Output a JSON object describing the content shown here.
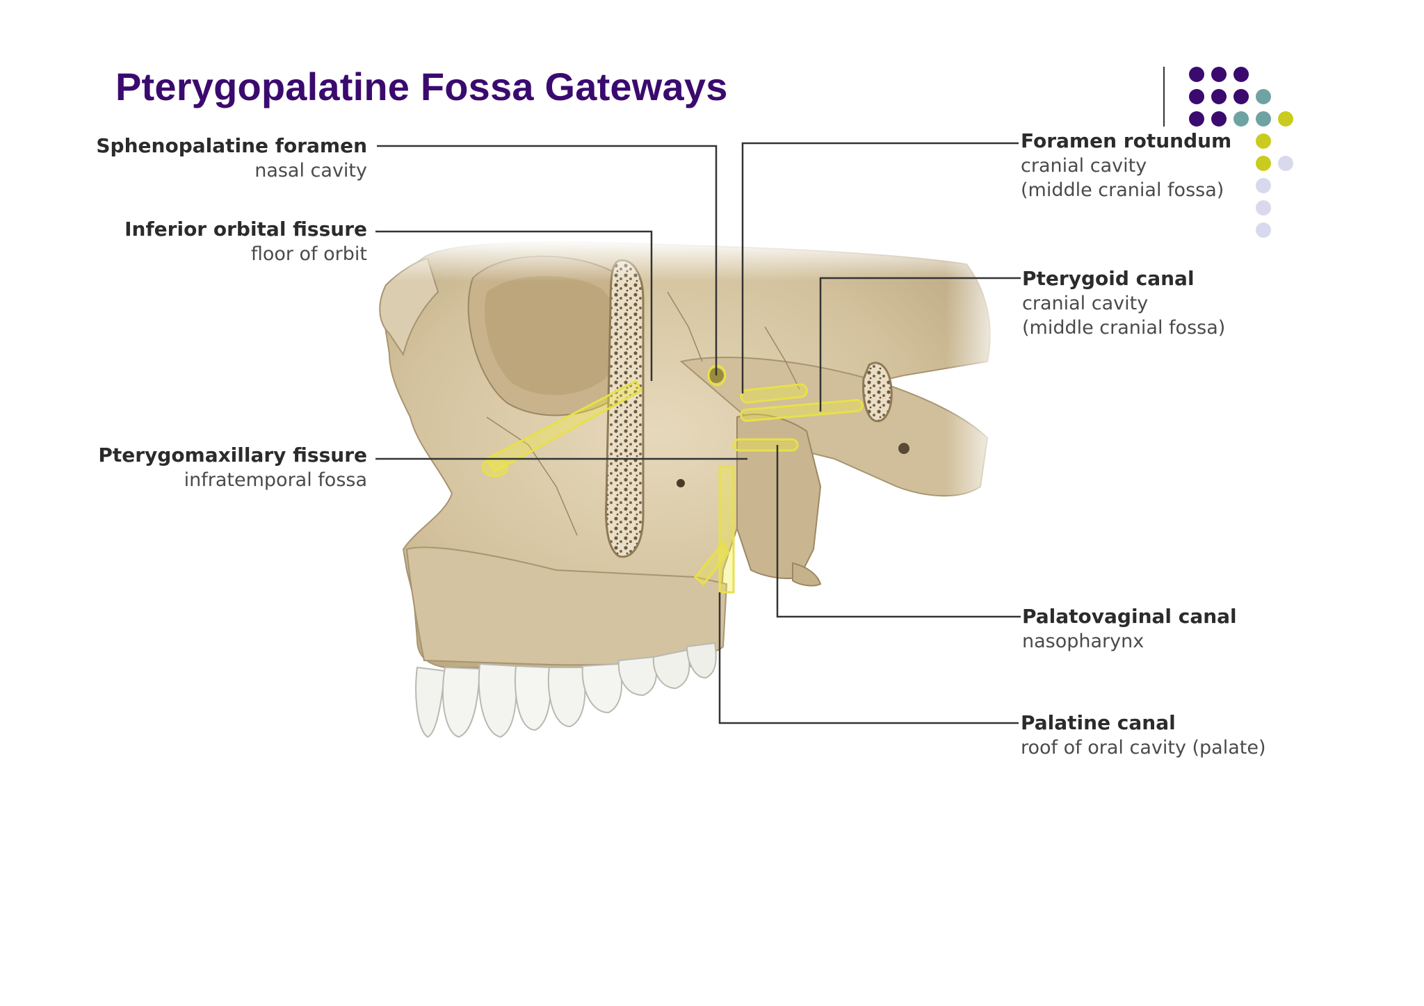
{
  "slide": {
    "title": "Pterygopalatine Fossa Gateways"
  },
  "decor": {
    "dots": [
      {
        "color": "#3b0a6e"
      },
      {
        "color": "#3b0a6e"
      },
      {
        "color": "#3b0a6e"
      },
      {
        "color": "#3b0a6e"
      },
      {
        "color": "#3b0a6e"
      },
      {
        "color": "#3b0a6e"
      },
      {
        "color": "#6fa3a3"
      },
      {
        "color": "#3b0a6e"
      },
      {
        "color": "#3b0a6e"
      },
      {
        "color": "#6fa3a3"
      },
      {
        "color": "#6fa3a3"
      },
      {
        "color": "#c9cc1f"
      },
      {
        "color": "#c9cc1f"
      },
      {
        "color": "#c9cc1f"
      },
      {
        "color": "#d9d9ee"
      },
      {
        "color": "#d9d9ee"
      },
      {
        "color": "#d9d9ee"
      },
      {
        "color": "#d9d9ee"
      }
    ]
  },
  "labels": {
    "sphenopalatine": {
      "name": "Sphenopalatine foramen",
      "sub": "nasal cavity"
    },
    "inferior_orbital": {
      "name": "Inferior orbital fissure",
      "sub": "floor of orbit"
    },
    "pterygomaxillary": {
      "name": "Pterygomaxillary fissure",
      "sub": "infratemporal fossa"
    },
    "foramen_rotundum": {
      "name": "Foramen rotundum",
      "sub1": "cranial cavity",
      "sub2": "(middle cranial fossa)"
    },
    "pterygoid_canal": {
      "name": "Pterygoid canal",
      "sub1": "cranial cavity",
      "sub2": "(middle cranial fossa)"
    },
    "palatovaginal": {
      "name": "Palatovaginal canal",
      "sub": "nasopharynx"
    },
    "palatine_canal": {
      "name": "Palatine canal",
      "sub": "roof of oral cavity (palate)"
    }
  },
  "colors": {
    "title": "#3b0a6e",
    "bone": "#d8c9a8",
    "bone_shadow": "#b9a680",
    "highlight": "#f0ea3c",
    "leader": "#333333"
  }
}
